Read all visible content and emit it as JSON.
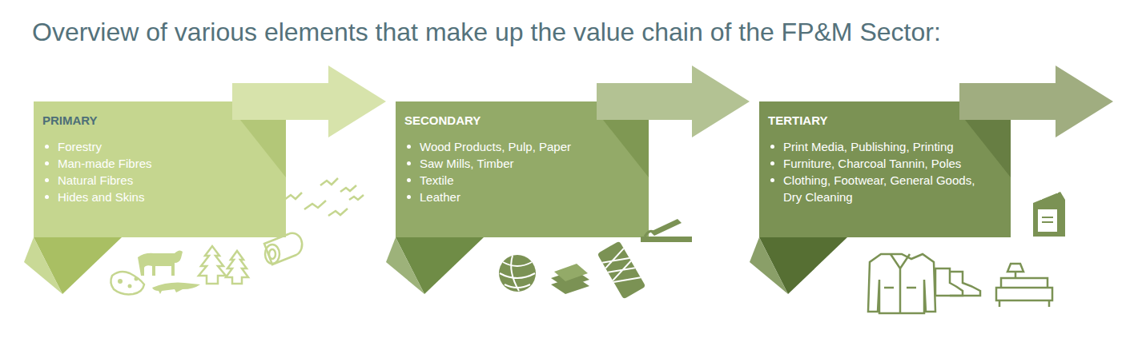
{
  "diagram": {
    "title": "Overview of various elements that make up the value chain of the FP&M Sector:",
    "nodes": [
      {
        "text": [
          "PRIMARY",
          "Forestry",
          "Man-made Fibres",
          "Natural Fibres",
          "Hides and Skins"
        ]
      },
      {
        "text": [
          "SECONDARY",
          "Wood Products, Pulp, Paper",
          "Saw Mills, Timber",
          "Textile",
          "Leather"
        ]
      },
      {
        "text": [
          "TERTIARY",
          "Print Media, Publishing, Printing",
          "Furniture, Charcoal Tannin, Poles",
          "Clothing, Footwear, General Goods, Dry Cleaning"
        ]
      }
    ]
  }
}
